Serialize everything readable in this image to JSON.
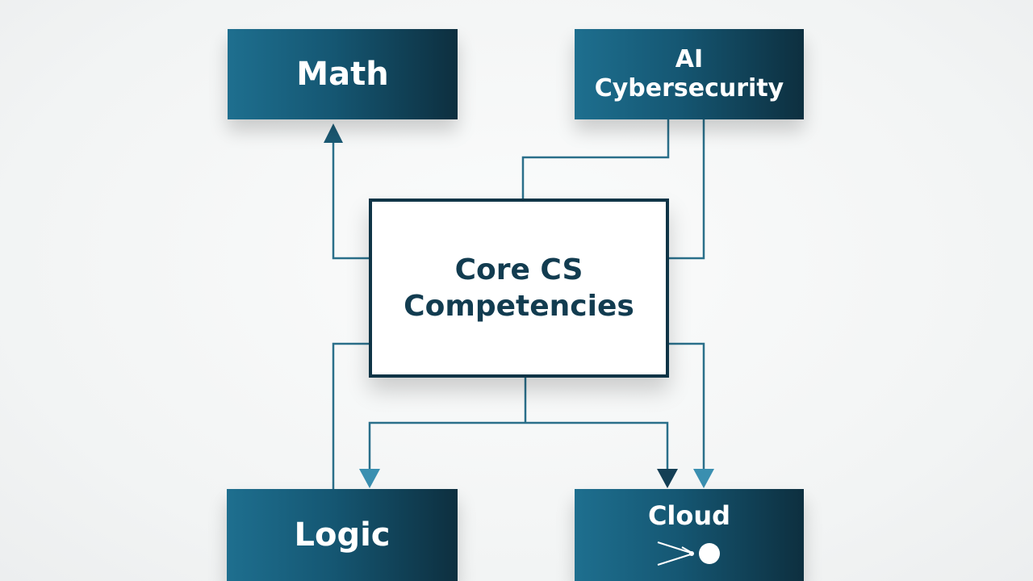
{
  "diagram": {
    "center": {
      "line1": "Core CS",
      "line2": "Competencies"
    },
    "nodes": {
      "math": {
        "label": "Math"
      },
      "ai_security": {
        "line1": "AI",
        "line2": "Cybersecurity"
      },
      "logic": {
        "label": "Logic"
      },
      "cloud": {
        "label": "Cloud"
      }
    },
    "icons": {
      "cloud_node": "cloud-network-icon"
    },
    "colors": {
      "node_dark": "#0d2f3f",
      "node_light": "#1e6f8f",
      "connector": "#2a6f8a",
      "center_border": "#0f3446",
      "center_text": "#123c50",
      "arrow_light": "#3a8fb0",
      "arrow_dark": "#143f55"
    }
  }
}
